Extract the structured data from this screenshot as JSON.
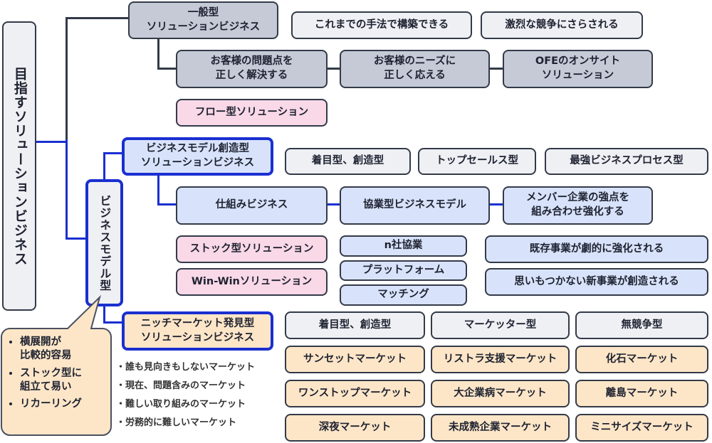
{
  "root": "目指すソリューションビジネス",
  "general": {
    "title": "一般型\nソリューションビジネス",
    "traits": [
      "これまでの手法で構築できる",
      "激烈な競争にさらされる"
    ],
    "features": [
      "お客様の問題点を\n正しく解決する",
      "お客様のニーズに\n正しく応える",
      "OFEのオンサイト\nソリューション"
    ],
    "flow": "フロー型ソリューション"
  },
  "bizmodel": {
    "label": "ビジネスモデル型",
    "creation": {
      "title": "ビジネスモデル創造型\nソリューションビジネス",
      "types": [
        "着目型、創造型",
        "トップセールス型",
        "最強ビジネスプロセス型"
      ],
      "features": [
        "仕組みビジネス",
        "協業型ビジネスモデル",
        "メンバー企業の強点を\n組み合わせ強化する"
      ],
      "solutions": [
        "ストック型ソリューション",
        "Win-Winソリューション"
      ],
      "methods": [
        "n社協業",
        "プラットフォーム",
        "マッチング"
      ],
      "results": [
        "既存事業が劇的に強化される",
        "思いもつかない新事業が創造される"
      ]
    },
    "niche": {
      "title": "ニッチマーケット発見型\nソリューションビジネス",
      "types": [
        "着目型、創造型",
        "マーケッター型",
        "無競争型"
      ],
      "markets": [
        [
          "サンセットマーケット",
          "リストラ支援マーケット",
          "化石マーケット"
        ],
        [
          "ワンストップマーケット",
          "大企業病マーケット",
          "離島マーケット"
        ],
        [
          "深夜マーケット",
          "未成熟企業マーケット",
          "ミニサイズマーケット"
        ]
      ],
      "bullets": [
        "・誰も見向きもしないマーケット",
        "・現在、問題含みのマーケット",
        "・難しい取り組みのマーケット",
        "・労務的に難しいマーケット"
      ]
    },
    "callout": [
      "横展開が\n比較的容易",
      "ストック型に\n組立て易い",
      "リカーリング"
    ]
  },
  "colors": {
    "gray": "#c5cad6",
    "light": "#eef0f4",
    "pink": "#f9d8e8",
    "blue": "#d8e3fb",
    "peach": "#fde6c8",
    "accent": "#1a2fd0",
    "border": "#333a48"
  }
}
